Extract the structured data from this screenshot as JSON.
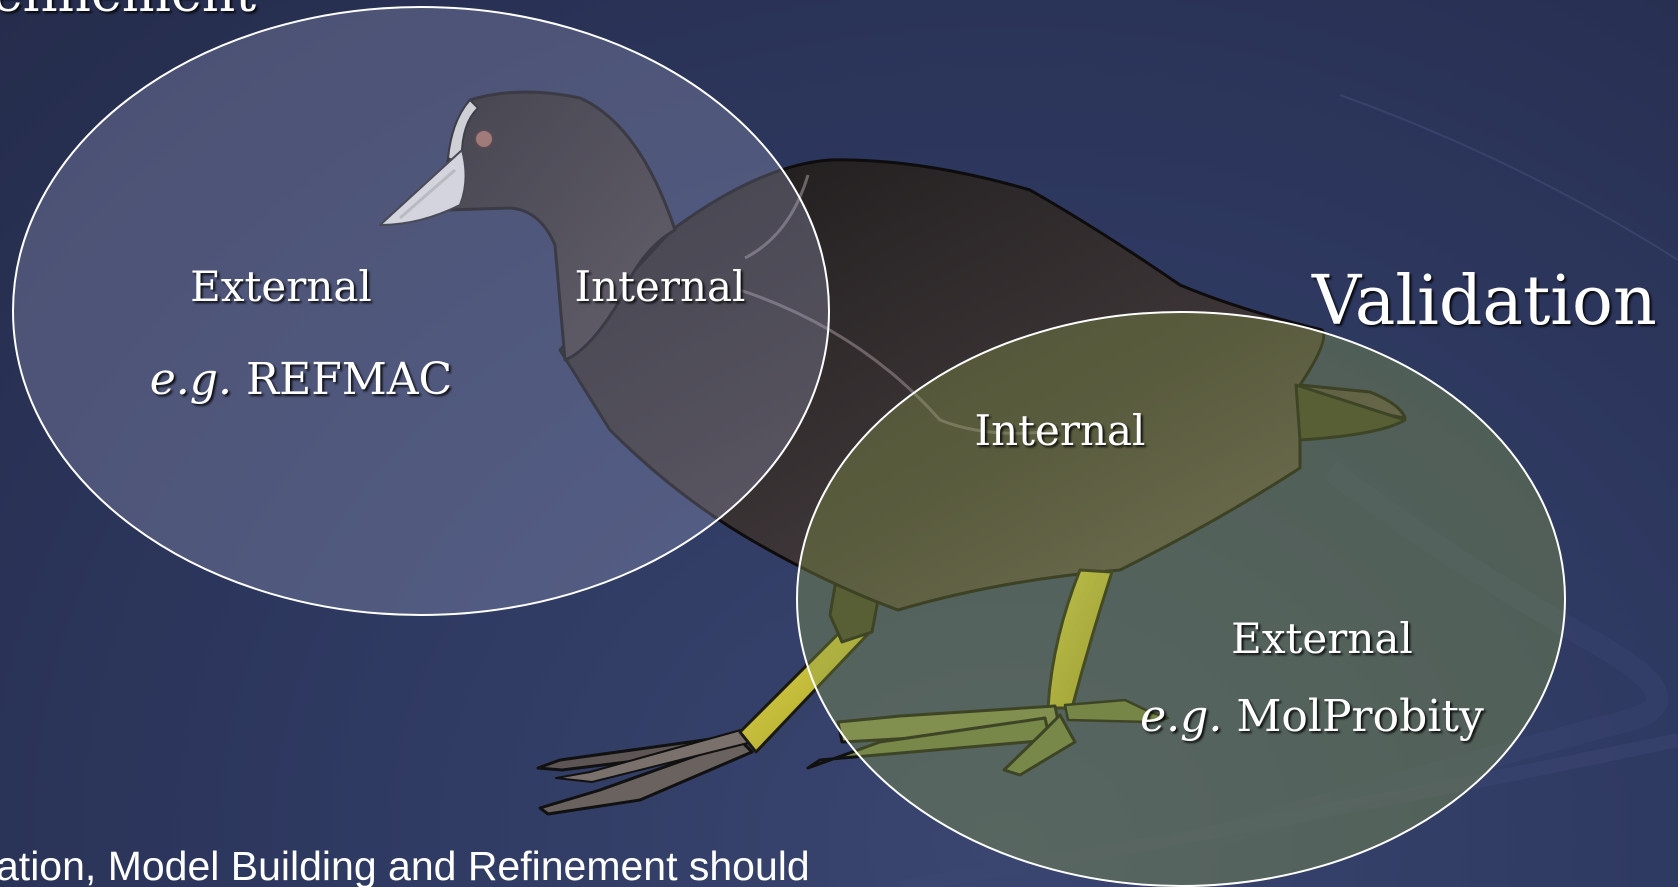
{
  "titles": {
    "refinement_partial": "efinement",
    "validation": "Validation"
  },
  "refinement_circle": {
    "external_label": "External",
    "example_prefix": "e.g.",
    "example_name": "REFMAC",
    "internal_label": "Internal"
  },
  "validation_circle": {
    "internal_label": "Internal",
    "external_label": "External",
    "example_prefix": "e.g.",
    "example_name": "MolProbity"
  },
  "footer_text": "ation, Model Building and Refinement should",
  "colors": {
    "background": "#2c3559",
    "refinement_fill": "#9aa0c0",
    "validation_fill": "#8a9a4a",
    "bird_body": "#2a2626",
    "bird_legs": "#c8c23a",
    "text": "#ffffff"
  }
}
